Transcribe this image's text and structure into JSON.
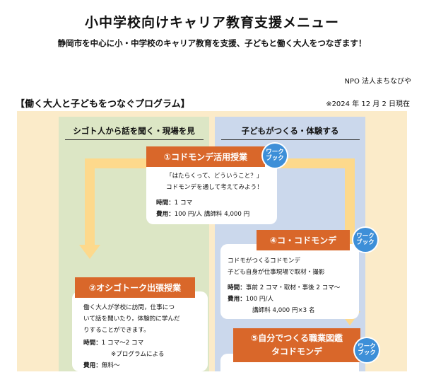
{
  "header": {
    "title": "小中学校向けキャリア教育支援メニュー",
    "subtitle": "静岡市を中心に小・中学校のキャリア教育を支援、子どもと働く大人をつなぎます！",
    "org": "NPO 法人まちなびや"
  },
  "section": {
    "title": "【働く大人と子どもをつなぐプログラム】",
    "date": "※2024 年 12 月 2 日現在"
  },
  "columns": {
    "left_heading": "シゴト人から話を聞く・現場を見",
    "right_heading": "子どもがつくる・体験する"
  },
  "badge": {
    "line1": "ワーク",
    "line2": "ブック"
  },
  "programs": [
    {
      "name": "①コドモンデ活用授業",
      "desc1": "「はたらくって、どういうこと？」",
      "desc2": "コドモンデを通して考えてみよう！",
      "time_label": "時間：",
      "time_value": "1 コマ",
      "fee_label": "費用：",
      "fee_value": "100 円/人  講師料 4,000 円"
    },
    {
      "name": "④コ・コドモンデ",
      "desc1": "コドモがつくるコドモンデ",
      "desc2": "子ども自身が仕事現場で取材・撮影",
      "time_label": "時間：",
      "time_value": "事前 2 コマ・取材・事後 2 コマ〜",
      "fee_label": "費用：",
      "fee_value": "100 円/人",
      "fee_value2": "講師料  4,000 円×3 名"
    },
    {
      "name": "②オシゴトーク出張授業",
      "desc1": "働く大人が学校に訪問，仕事につ",
      "desc2": "いて話を聞いたり，体験的に学んだ",
      "desc3": "りすることができます。",
      "time_label": "時間：",
      "time_value": "1 コマ〜2 コマ",
      "time_note": "※プログラムによる",
      "fee_label": "費用：",
      "fee_value": "無料〜"
    },
    {
      "name_line1": "⑤自分でつくる職業図鑑",
      "name_line2": "タコドモンデ"
    }
  ],
  "colors": {
    "accent": "#d9672a",
    "badge": "#3d8fd8",
    "arrow": "#fdd98c",
    "beige": "#fbebc9",
    "green": "#dce6c5",
    "blue": "#cbd8ec"
  }
}
